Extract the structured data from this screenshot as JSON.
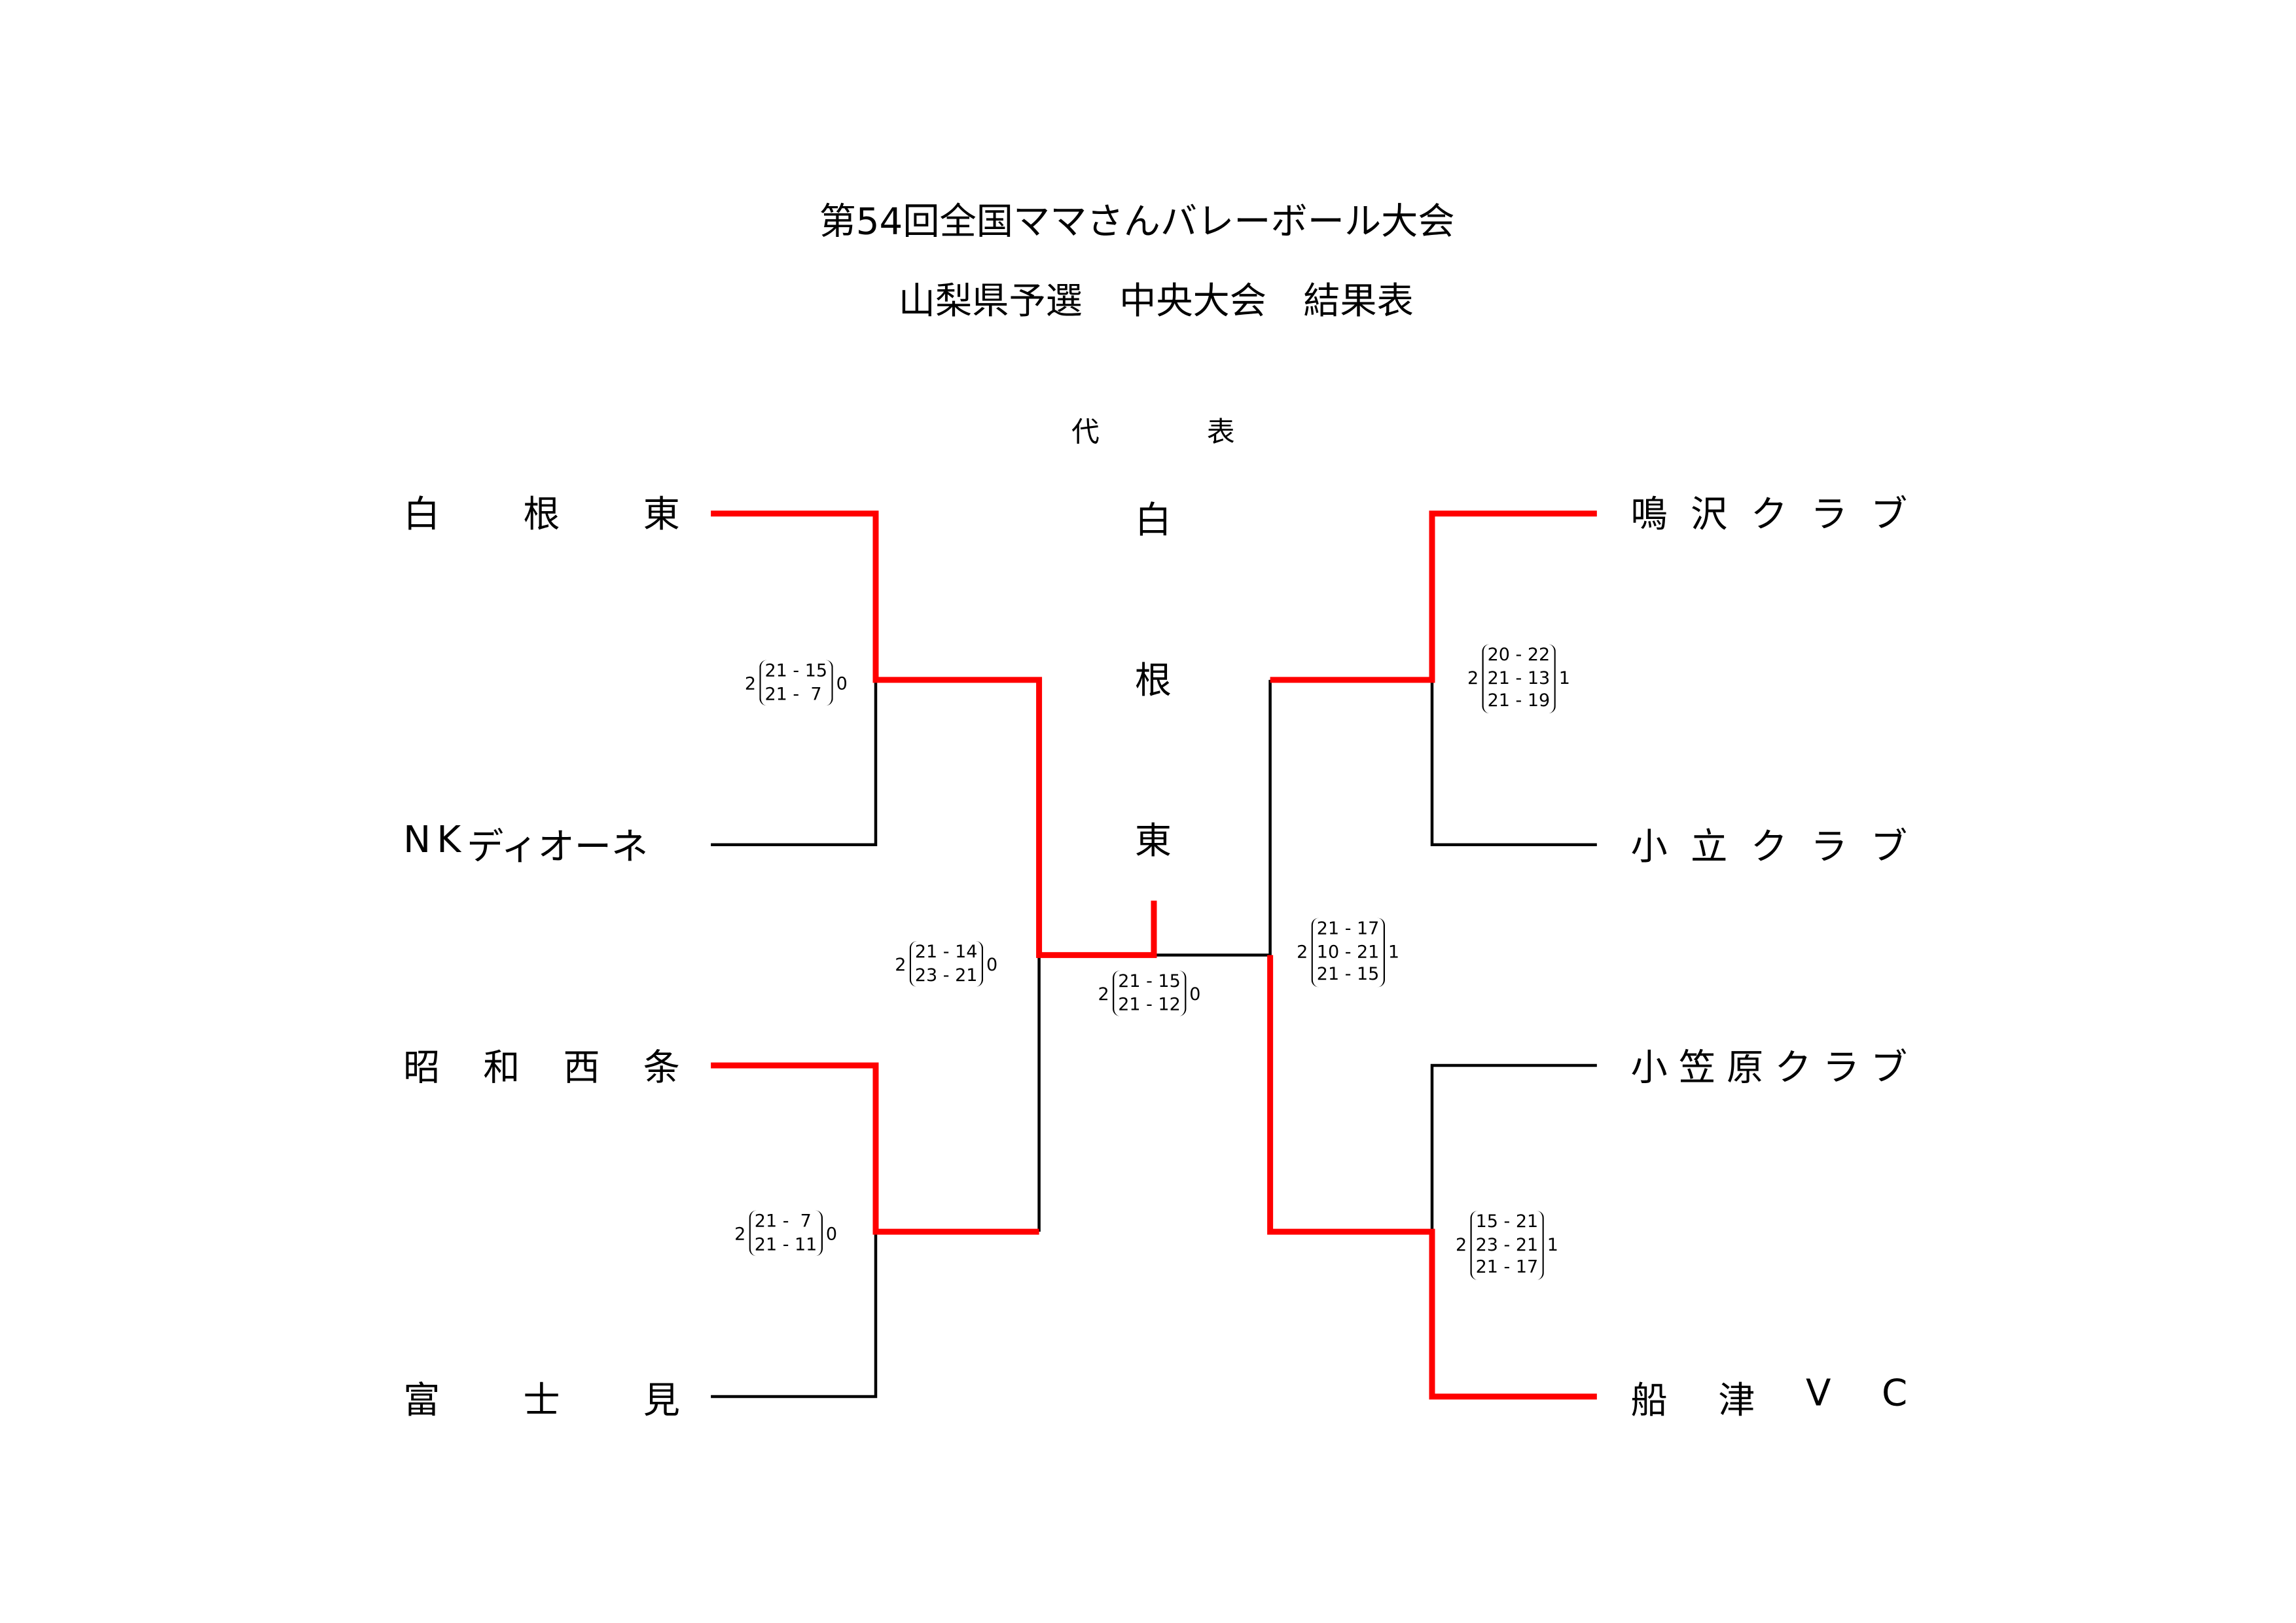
{
  "title": {
    "line1": "第54回全国ママさんバレーボール大会",
    "line2": "山梨県予選　中央大会　結果表"
  },
  "representative": {
    "label_left": "代",
    "label_right": "表",
    "champion": [
      "白",
      "根",
      "東"
    ]
  },
  "teams_left": [
    {
      "chars": [
        "白",
        "根",
        "東"
      ]
    },
    {
      "chars": [
        "N",
        "K",
        "ディオーネ"
      ]
    },
    {
      "chars": [
        "昭",
        "和",
        "西",
        "条"
      ]
    },
    {
      "chars": [
        "富",
        "士",
        "見"
      ]
    }
  ],
  "teams_right": [
    {
      "chars": [
        "鳴",
        "沢",
        "ク",
        "ラ",
        "ブ"
      ]
    },
    {
      "chars": [
        "小",
        "立",
        "ク",
        "ラ",
        "ブ"
      ]
    },
    {
      "chars": [
        "小",
        "笠",
        "原",
        "ク",
        "ラ",
        "ブ"
      ]
    },
    {
      "chars": [
        "船",
        "津",
        "V",
        "C"
      ]
    }
  ],
  "matches": [
    {
      "left": "2",
      "right": "0",
      "sets": [
        "21 - 15",
        "21 -  7"
      ]
    },
    {
      "left": "2",
      "right": "1",
      "sets": [
        "20 - 22",
        "21 - 13",
        "21 - 19"
      ]
    },
    {
      "left": "2",
      "right": "0",
      "sets": [
        "21 - 14",
        "23 - 21"
      ]
    },
    {
      "left": "2",
      "right": "0",
      "sets": [
        "21 - 15",
        "21 - 12"
      ]
    },
    {
      "left": "2",
      "right": "1",
      "sets": [
        "21 - 17",
        "10 - 21",
        "21 - 15"
      ]
    },
    {
      "left": "2",
      "right": "0",
      "sets": [
        "21 -  7",
        "21 - 11"
      ]
    },
    {
      "left": "2",
      "right": "1",
      "sets": [
        "15 - 21",
        "23 - 21",
        "21 - 17"
      ]
    }
  ],
  "colors": {
    "winner_line": "#ff0000",
    "line": "#000000"
  }
}
